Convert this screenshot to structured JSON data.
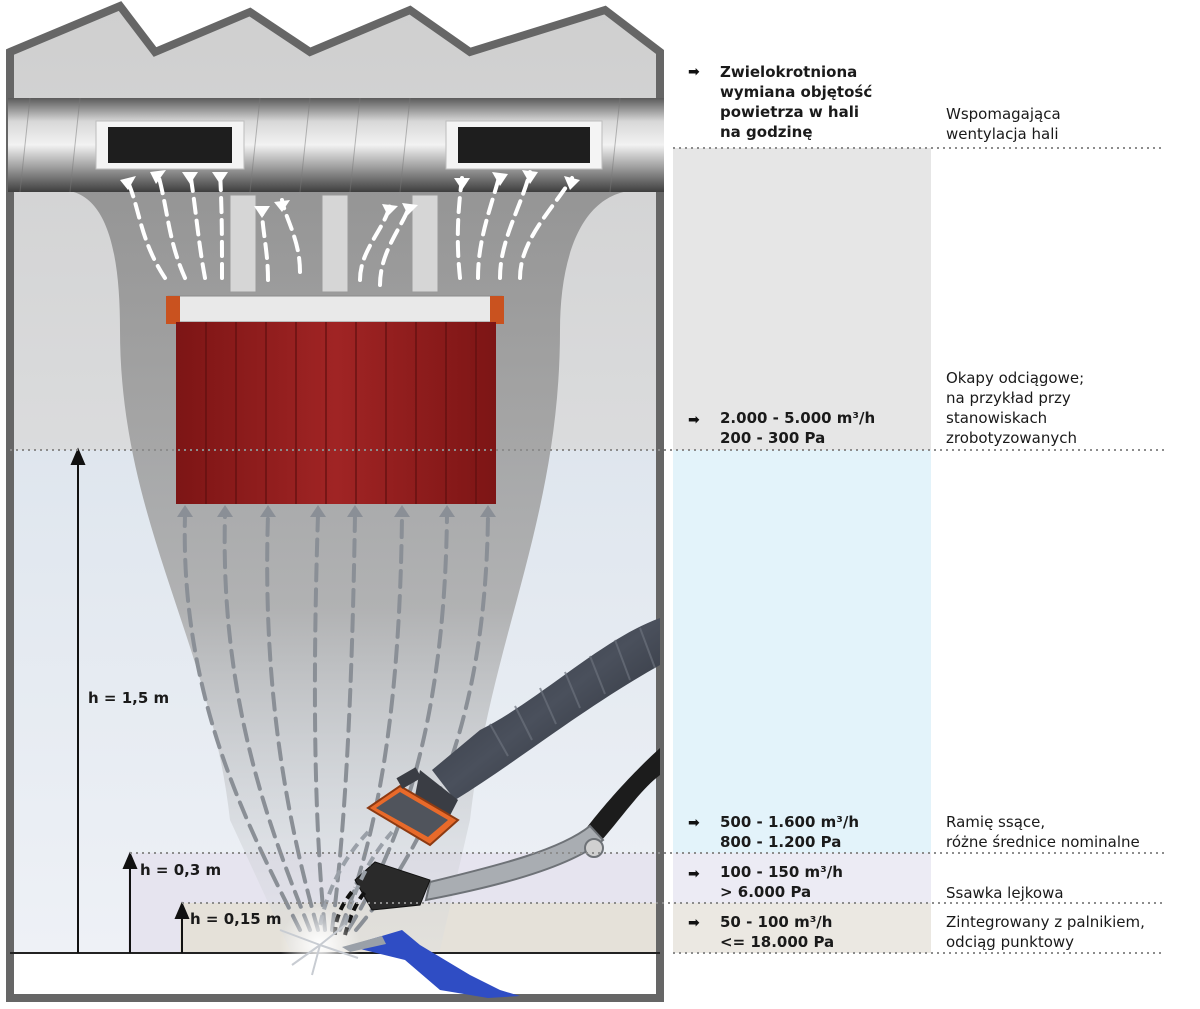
{
  "rows": [
    {
      "id": "hall",
      "flow": "Zwielokrotniona wymiana objętość powietrza w hali na godzinę",
      "flow_lines": [
        "Zwielokrotniona",
        "wymiana objętość",
        "powietrza w hali",
        "na godzinę"
      ],
      "desc_lines": [
        "Wspomagająca",
        "wentylacja hali"
      ]
    },
    {
      "id": "hood",
      "flow_lines": [
        "2.000 - 5.000 m³/h",
        "200 - 300 Pa"
      ],
      "desc_lines": [
        "Okapy odciągowe;",
        "na przykład przy",
        "stanowiskach",
        "zrobotyzowanych"
      ]
    },
    {
      "id": "arm",
      "flow_lines": [
        "500 - 1.600 m³/h",
        "800 - 1.200 Pa"
      ],
      "desc_lines": [
        "Ramię ssące,",
        "różne średnice nominalne"
      ]
    },
    {
      "id": "funnel",
      "flow_lines": [
        "100 - 150 m³/h",
        "> 6.000 Pa"
      ],
      "desc_lines": [
        "Ssawka lejkowa"
      ]
    },
    {
      "id": "torch",
      "flow_lines": [
        "50 - 100 m³/h",
        "<= 18.000 Pa"
      ],
      "desc_lines": [
        "Zintegrowany z palnikiem,",
        "odciąg punktowy"
      ]
    }
  ],
  "heights": {
    "h15": "h = 1,5 m",
    "h03": "h = 0,3 m",
    "h015": "h = 0,15 m"
  },
  "icons": {
    "bullet": "arrow-right-icon"
  },
  "colors": {
    "hood_red": "#8e1b1b",
    "band_blue": "#e3f3fa",
    "band_grey": "#e6e6e6",
    "band_lilac": "#ecebf4",
    "band_beige": "#ebe8e2",
    "torch_blue": "#2f4dc4",
    "wall": "#666666"
  }
}
